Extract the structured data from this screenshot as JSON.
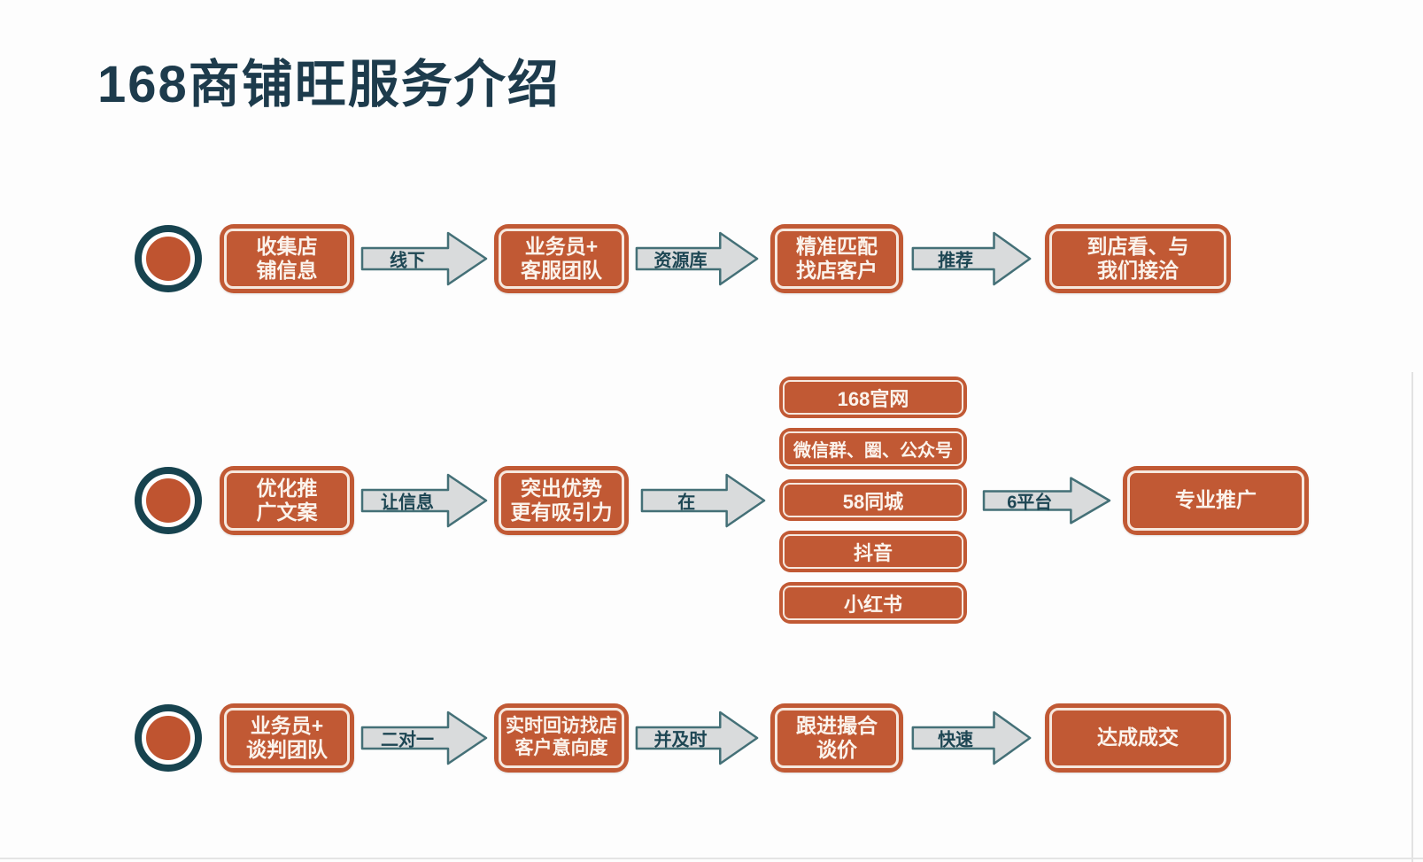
{
  "title": "168商铺旺服务介绍",
  "colors": {
    "box_fill": "#c15934",
    "box_inner_border": "#f6e8de",
    "box_text": "#fbf3ec",
    "bullet_fill": "#bf5430",
    "bullet_ring": "#17434f",
    "arrow_fill": "#d9dbdc",
    "arrow_border": "#447077",
    "arrow_label": "#1d4653",
    "title_color": "#1d3b4c",
    "background": "#fdfdfd"
  },
  "rows": {
    "r1": {
      "step1": "收集店\n铺信息",
      "a1": "线下",
      "step2": "业务员+\n客服团队",
      "a2": "资源库",
      "step3": "精准匹配\n找店客户",
      "a3": "推荐",
      "step4": "到店看、与\n我们接洽"
    },
    "r2": {
      "step1": "优化推\n广文案",
      "a1": "让信息",
      "step2": "突出优势\n更有吸引力",
      "a2": "在",
      "platforms": [
        "168官网",
        "微信群、圈、公众号",
        "58同城",
        "抖音",
        "小红书"
      ],
      "a3": "6平台",
      "step3": "专业推广"
    },
    "r3": {
      "step1": "业务员+\n谈判团队",
      "a1": "二对一",
      "step2": "实时回访找店\n客户意向度",
      "a2": "并及时",
      "step3": "跟进撮合\n谈价",
      "a3": "快速",
      "step4": "达成成交"
    }
  }
}
